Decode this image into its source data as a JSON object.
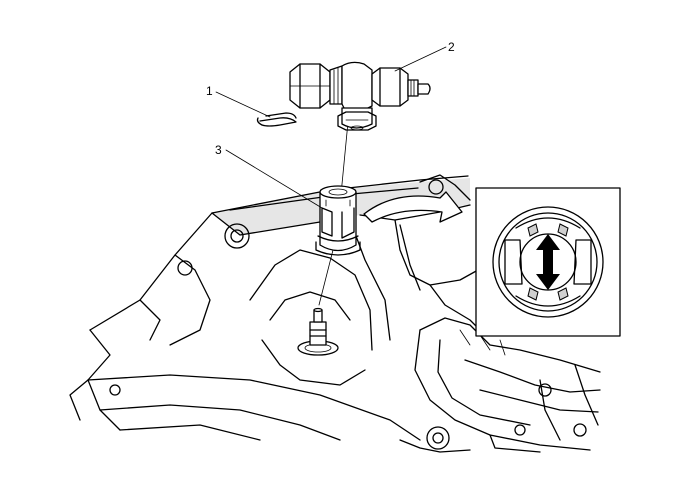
{
  "callouts": [
    {
      "id": "1",
      "text": "1"
    },
    {
      "id": "2",
      "text": "2"
    },
    {
      "id": "3",
      "text": "3"
    }
  ],
  "colors": {
    "line": "#000000",
    "background": "#ffffff",
    "shade": "#e6e6e6"
  }
}
